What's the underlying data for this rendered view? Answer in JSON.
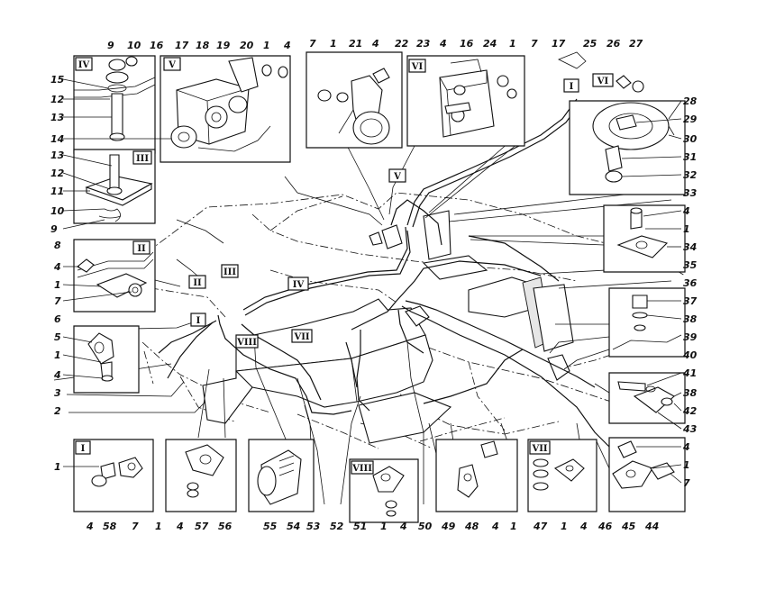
{
  "views": [
    "I",
    "II",
    "III",
    "IV",
    "V",
    "VI",
    "VII",
    "VIII"
  ],
  "callouts": {
    "n1": "1",
    "n2": "2",
    "n3": "3",
    "n4": "4",
    "n5": "5",
    "n6": "6",
    "n7": "7",
    "n8": "8",
    "n9": "9",
    "n10": "10",
    "n11": "11",
    "n12": "12",
    "n13": "13",
    "n14": "14",
    "n15": "15",
    "n16": "16",
    "n17": "17",
    "n18": "18",
    "n19": "19",
    "n20": "20",
    "n21": "21",
    "n22": "22",
    "n23": "23",
    "n24": "24",
    "n25": "25",
    "n26": "26",
    "n27": "27",
    "n28": "28",
    "n29": "29",
    "n30": "30",
    "n31": "31",
    "n32": "32",
    "n33": "33",
    "n34": "34",
    "n35": "35",
    "n36": "36",
    "n37": "37",
    "n38": "38",
    "n39": "39",
    "n40": "40",
    "n41": "41",
    "n42": "42",
    "n43": "43",
    "n44": "44",
    "n45": "45",
    "n46": "46",
    "n47": "47",
    "n48": "48",
    "n49": "49",
    "n50": "50",
    "n51": "51",
    "n52": "52",
    "n53": "53",
    "n54": "54",
    "n55": "55",
    "n56": "56",
    "n57": "57",
    "n58": "58"
  }
}
